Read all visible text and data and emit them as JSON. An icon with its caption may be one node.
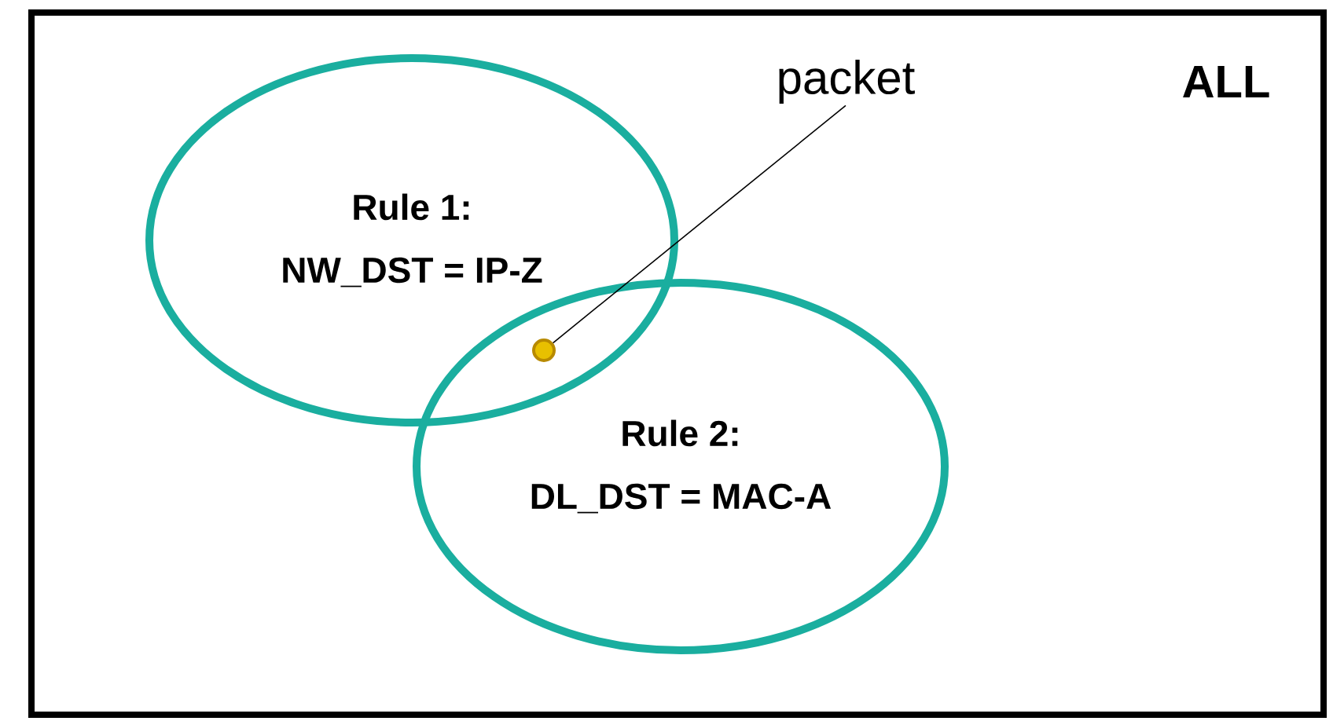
{
  "diagram": {
    "nodes": [
      {
        "text": [
          "ALL"
        ]
      },
      {
        "text": [
          "Rule 1:",
          "NW_DST = IP-Z"
        ],
        "in": 0
      },
      {
        "text": [
          "Rule 2:",
          "DL_DST = MAC-A"
        ],
        "in": 0
      },
      {
        "text": [
          "packet"
        ],
        "in": 0
      },
      {
        "text": [],
        "shape": "circle"
      }
    ],
    "edges": [
      {
        "from": 3,
        "to": 4,
        "arrow": "none"
      }
    ]
  }
}
